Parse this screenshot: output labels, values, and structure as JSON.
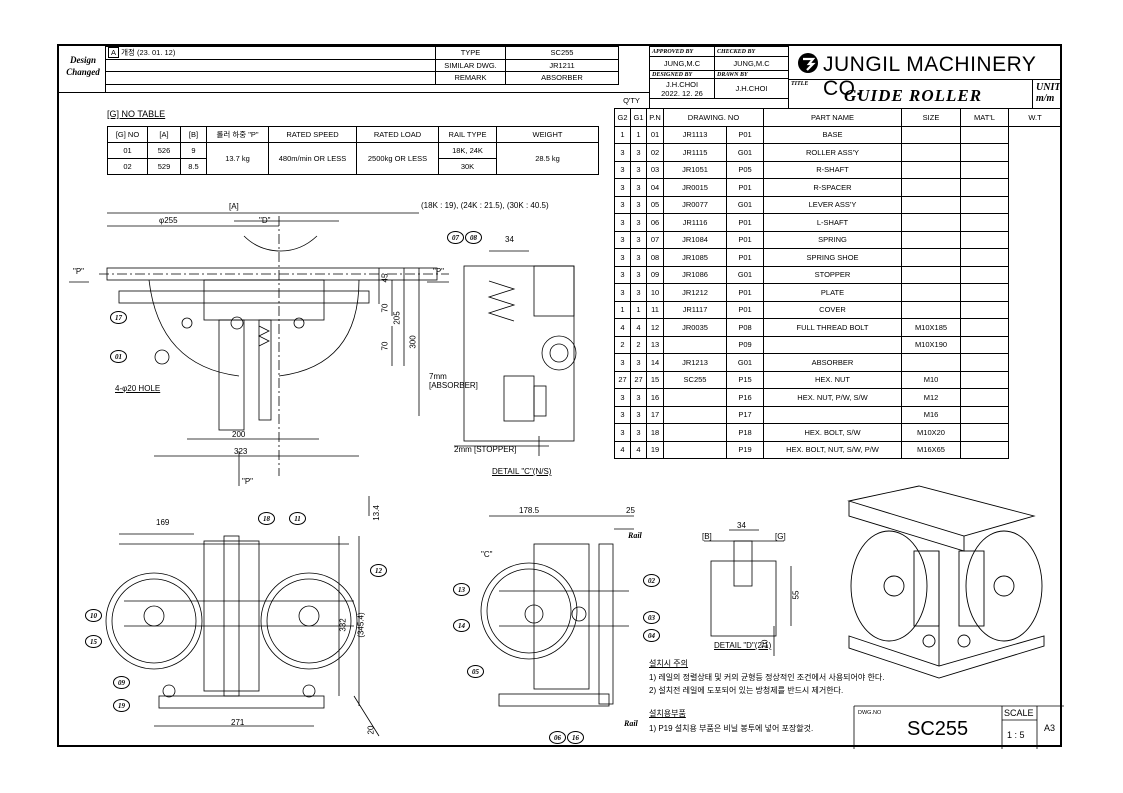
{
  "revision": {
    "side_label": "Design Changed",
    "code": "A",
    "text": "개정 (23. 01. 12)",
    "fields": [
      {
        "label": "TYPE",
        "value": "SC255"
      },
      {
        "label": "SIMILAR DWG.",
        "value": "JR1211"
      },
      {
        "label": "REMARK",
        "value": "ABSORBER"
      }
    ]
  },
  "approval": {
    "approved_label": "APPROVED BY",
    "approved": "JUNG,M.C",
    "checked_label": "CHECKED BY",
    "checked": "JUNG,M.C",
    "designed_label": "DESIGNED BY",
    "designed": "J.H.CHOI",
    "date": "2022. 12. 26",
    "drawn_label": "DRAWN BY",
    "drawn": "J.H.CHOI",
    "title_label": "TITLE"
  },
  "company": {
    "name": "JUNGIL MACHINERY CO.",
    "title": "GUIDE ROLLER",
    "unit_label": "UNIT",
    "unit": "m/m"
  },
  "bom": {
    "qty_label": "Q'TY",
    "headers": [
      "G2",
      "G1",
      "P.N",
      "DRAWING. NO",
      "PART NAME",
      "SIZE",
      "MAT'L",
      "W.T"
    ],
    "rows": [
      [
        "1",
        "1",
        "01",
        "JR1113",
        "P01",
        "BASE",
        "",
        ""
      ],
      [
        "3",
        "3",
        "02",
        "JR1115",
        "G01",
        "ROLLER ASS'Y",
        "",
        ""
      ],
      [
        "3",
        "3",
        "03",
        "JR1051",
        "P05",
        "R-SHAFT",
        "",
        ""
      ],
      [
        "3",
        "3",
        "04",
        "JR0015",
        "P01",
        "R-SPACER",
        "",
        ""
      ],
      [
        "3",
        "3",
        "05",
        "JR0077",
        "G01",
        "LEVER ASS'Y",
        "",
        ""
      ],
      [
        "3",
        "3",
        "06",
        "JR1116",
        "P01",
        "L-SHAFT",
        "",
        ""
      ],
      [
        "3",
        "3",
        "07",
        "JR1084",
        "P01",
        "SPRING",
        "",
        ""
      ],
      [
        "3",
        "3",
        "08",
        "JR1085",
        "P01",
        "SPRING SHOE",
        "",
        ""
      ],
      [
        "3",
        "3",
        "09",
        "JR1086",
        "G01",
        "STOPPER",
        "",
        ""
      ],
      [
        "3",
        "3",
        "10",
        "JR1212",
        "P01",
        "PLATE",
        "",
        ""
      ],
      [
        "1",
        "1",
        "11",
        "JR1117",
        "P01",
        "COVER",
        "",
        ""
      ],
      [
        "4",
        "4",
        "12",
        "JR0035",
        "P08",
        "FULL THREAD BOLT",
        "M10X185",
        ""
      ],
      [
        "2",
        "2",
        "13",
        "",
        "P09",
        "",
        "M10X190",
        ""
      ],
      [
        "3",
        "3",
        "14",
        "JR1213",
        "G01",
        "ABSORBER",
        "",
        ""
      ],
      [
        "27",
        "27",
        "15",
        "SC255",
        "P15",
        "HEX. NUT",
        "M10",
        ""
      ],
      [
        "3",
        "3",
        "16",
        "",
        "P16",
        "HEX. NUT, P/W, S/W",
        "M12",
        ""
      ],
      [
        "3",
        "3",
        "17",
        "",
        "P17",
        "",
        "M16",
        ""
      ],
      [
        "3",
        "3",
        "18",
        "",
        "P18",
        "HEX. BOLT, S/W",
        "M10X20",
        ""
      ],
      [
        "4",
        "4",
        "19",
        "",
        "P19",
        "HEX. BOLT, NUT, S/W, P/W",
        "M16X65",
        ""
      ]
    ]
  },
  "gtable": {
    "title": "[G] NO TABLE",
    "headers": [
      "[G] NO",
      "[A]",
      "[B]",
      "롤러 하중 \"P\"",
      "RATED SPEED",
      "RATED LOAD",
      "RAIL TYPE",
      "WEIGHT"
    ],
    "row1": [
      "01",
      "526",
      "9"
    ],
    "row2": [
      "02",
      "529",
      "8.5"
    ],
    "merged": {
      "load_p": "13.7 kg",
      "speed": "480m/min OR LESS",
      "rated_load": "2500kg OR LESS",
      "rail1": "18K, 24K",
      "rail2": "30K",
      "weight": "28.5 kg"
    }
  },
  "views": {
    "rail_note": "(18K : 19), (24K : 21.5), (30K : 40.5)",
    "dim_A": "[A]",
    "dim_255": "φ255",
    "label_D": "\"D\"",
    "label_P": "\"P\"",
    "dim_45": "45",
    "dim_70a": "70",
    "dim_70b": "70",
    "dim_205": "205",
    "dim_300": "300",
    "dim_200": "200",
    "dim_323": "323",
    "hole": "4-φ20 HOLE",
    "dim_34": "34",
    "absorber_note": "7mm [ABSORBER]",
    "stopper_note": "2mm [STOPPER]",
    "detail_c": "DETAIL \"C\"(N/S)",
    "dim_169": "169",
    "dim_13_4": "13.4",
    "dim_332": "332",
    "dim_345": "(345.4)",
    "dim_271": "271",
    "dim_20": "20",
    "dim_178": "178.5",
    "dim_25": "25",
    "rail": "Rail",
    "label_C": "\"C\"",
    "detail_b": "[B]",
    "detail_g": "[G]",
    "dim_34b": "34",
    "dim_55": "55",
    "dim_10": "10",
    "detail_d": "DETAIL \"D\"(2/1)"
  },
  "balloons": {
    "b0708": [
      "07",
      "08"
    ],
    "b17": "17",
    "b01": "01",
    "b18": "18",
    "b11": "11",
    "b12": "12",
    "b10": "10",
    "b15": "15",
    "b09": "09",
    "b19": "19",
    "b13": "13",
    "b14": "14",
    "b05": "05",
    "b02": "02",
    "b03": "03",
    "b04": "04",
    "b06": "06",
    "b16": "16"
  },
  "notes": {
    "install_title": "설치시 주의",
    "install1": "1) 레일의 정렬상태 및 커의 균형등 정상적인 조건에서 사용되어야 한다.",
    "install2": "2) 설치전 레일에 도포되어 있는 방청제를 반드시 제거한다.",
    "parts_title": "설치용부품",
    "parts1": "1) P19 설치용 부품은 비닐 봉투에 넣어 포장할것."
  },
  "footer": {
    "dwg_label": "DWG.NO",
    "dwg_no": "SC255",
    "scale_label": "SCALE",
    "scale": "1 : 5",
    "size": "A3"
  },
  "colors": {
    "line": "#000000",
    "bg": "#ffffff"
  }
}
